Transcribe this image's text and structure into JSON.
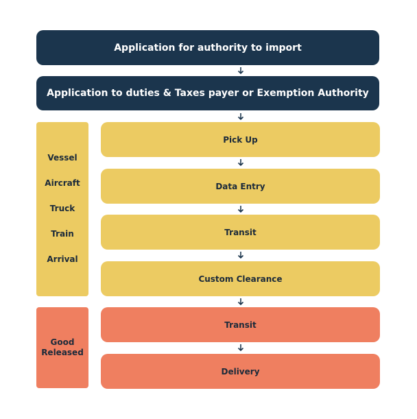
{
  "steps": {
    "import_authority": "Application for authority to import",
    "duties_taxes": "Application to duties & Taxes payer or Exemption Authority",
    "pick_up": "Pick Up",
    "data_entry": "Data Entry",
    "transit_1": "Transit",
    "custom_clearance": "Custom Clearance",
    "transit_2": "Transit",
    "delivery": "Delivery"
  },
  "side_groups": {
    "transport": [
      "Vessel",
      "Aircraft",
      "Truck",
      "Train",
      "Arrival"
    ],
    "released": [
      "Good",
      "Released"
    ]
  },
  "colors": {
    "dark": "#1b354d",
    "yellow": "#eccb62",
    "orange": "#ef7f60"
  }
}
